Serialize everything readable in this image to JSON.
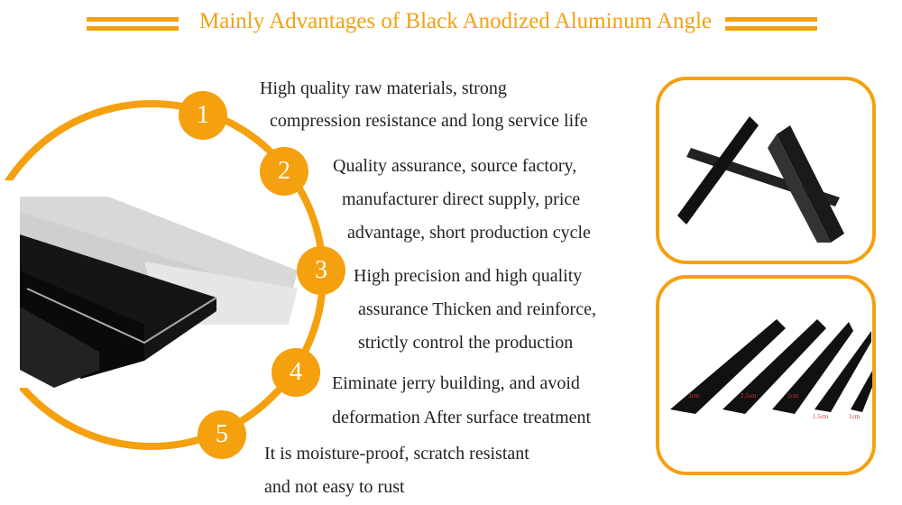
{
  "header": {
    "title": "Mainly Advantages of Black Anodized Aluminum Angle"
  },
  "advantages": [
    {
      "number": "1",
      "lines": [
        "High quality raw materials, strong",
        "compression resistance and long service life"
      ]
    },
    {
      "number": "2",
      "lines": [
        "Quality assurance, source factory,",
        "manufacturer direct supply, price",
        "advantage, short production cycle"
      ]
    },
    {
      "number": "3",
      "lines": [
        "High precision and high quality",
        "assurance Thicken and reinforce,",
        "strictly control the production"
      ]
    },
    {
      "number": "4",
      "lines": [
        "Eiminate jerry building, and avoid",
        "deformation After surface treatment"
      ]
    },
    {
      "number": "5",
      "lines": [
        "It is moisture-proof, scratch resistant",
        "and not easy to rust"
      ]
    }
  ],
  "size_labels": [
    "3cm",
    "2.5cm",
    "2cm",
    "1.5cm",
    "1cm"
  ],
  "colors": {
    "accent": "#f5a00f"
  }
}
